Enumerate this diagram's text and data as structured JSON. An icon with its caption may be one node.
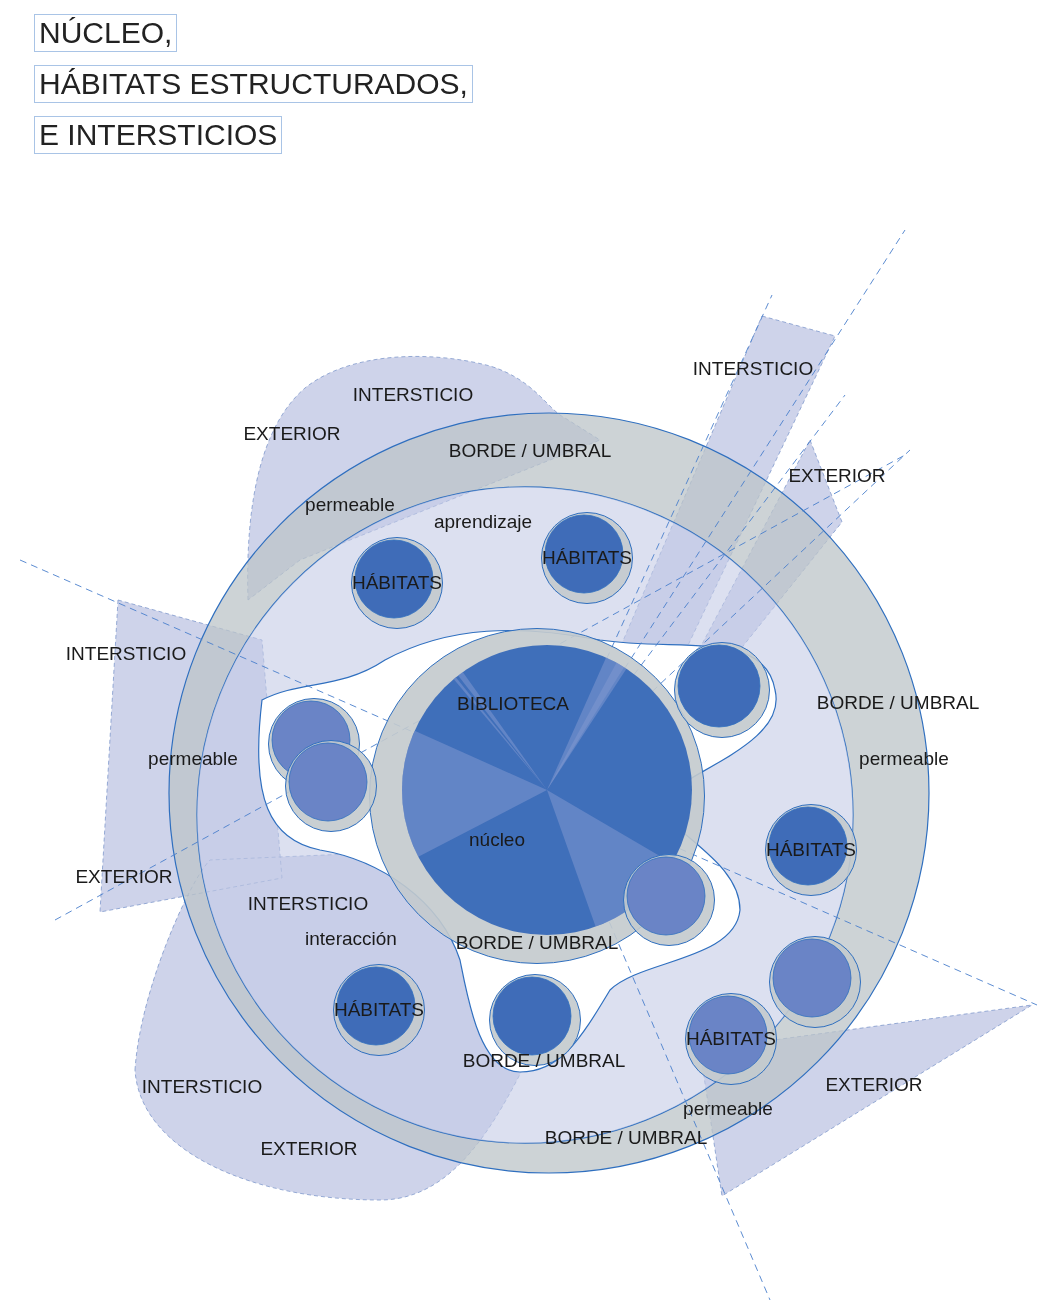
{
  "diagram": {
    "nodes": [
      {
        "text": [
          "NÚCLEO,"
        ]
      },
      {
        "text": [
          "HÁBITATS ESTRUCTURADOS,"
        ]
      },
      {
        "text": [
          "E INTERSTICIOS"
        ]
      },
      {
        "text": [
          "HÁBITATS"
        ]
      },
      {
        "text": [
          "HÁBITATS"
        ]
      },
      {
        "text": [
          "BIBLIOTECA",
          "núcleo"
        ]
      },
      {
        "text": [],
        "shape": "circle"
      },
      {
        "text": [],
        "shape": "circle"
      },
      {
        "text": [],
        "shape": "circle"
      },
      {
        "text": [
          "HÁBITATS"
        ]
      },
      {
        "text": [],
        "shape": "circle"
      },
      {
        "text": [],
        "shape": "circle"
      },
      {
        "text": [
          "HÁBITATS"
        ]
      },
      {
        "text": [],
        "shape": "circle"
      },
      {
        "text": [
          "HÁBITATS"
        ]
      }
    ],
    "labels": [
      "INTERSTICIO",
      "INTERSTICIO",
      "EXTERIOR",
      "BORDE / UMBRAL",
      "EXTERIOR",
      "permeable",
      "aprendizaje",
      "INTERSTICIO",
      "BORDE / UMBRAL",
      "permeable",
      "permeable",
      "EXTERIOR",
      "INTERSTICIO",
      "interacción",
      "BORDE / UMBRAL",
      "BORDE / UMBRAL",
      "EXTERIOR",
      "INTERSTICIO",
      "permeable",
      "BORDE / UMBRAL",
      "EXTERIOR"
    ]
  }
}
